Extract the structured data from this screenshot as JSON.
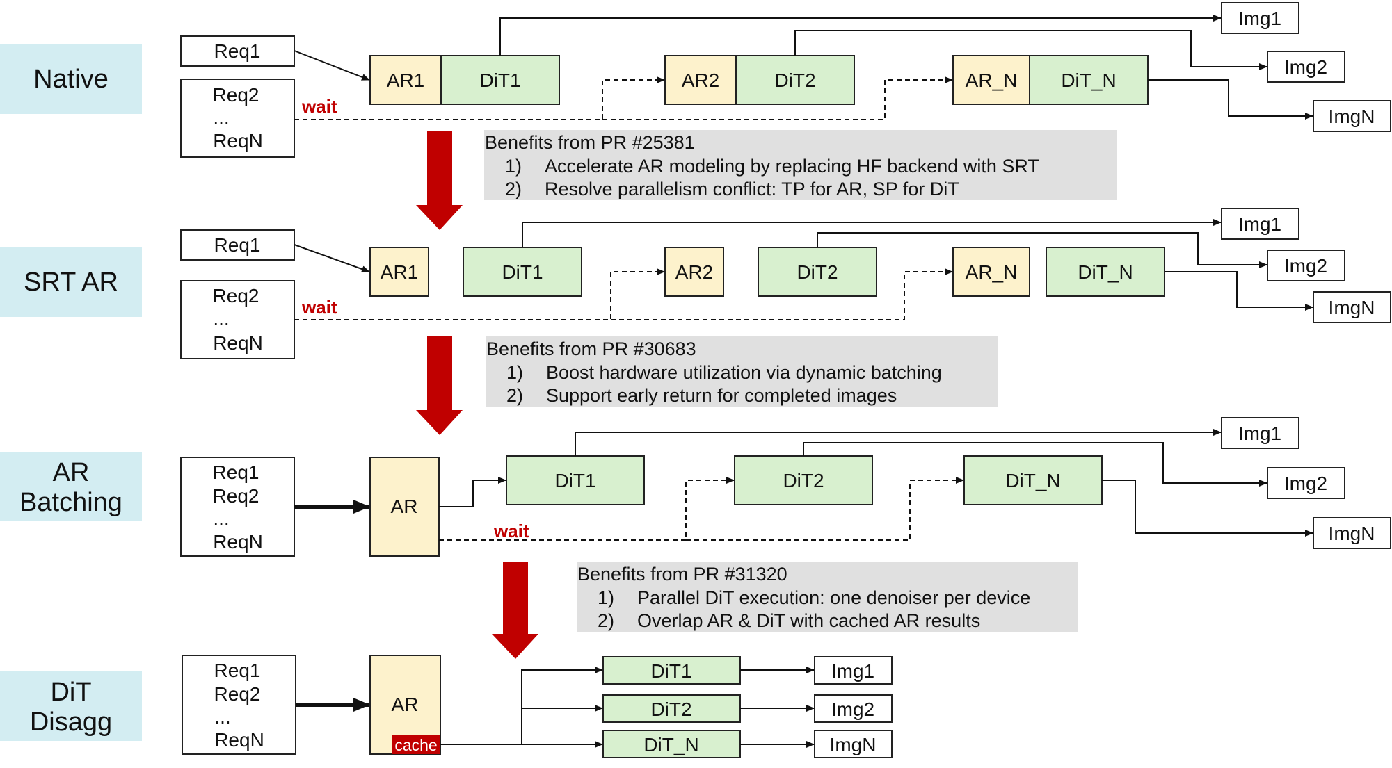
{
  "stages": [
    {
      "id": "native",
      "label_lines": [
        "Native"
      ]
    },
    {
      "id": "srt-ar",
      "label_lines": [
        "SRT AR"
      ]
    },
    {
      "id": "ar-batching",
      "label_lines": [
        "AR",
        "Batching"
      ]
    },
    {
      "id": "dit-disagg",
      "label_lines": [
        "DiT",
        "Disagg"
      ]
    }
  ],
  "requests": {
    "req1": "Req1",
    "req2": "Req2",
    "ellipsis": "...",
    "reqN": "ReqN"
  },
  "wait_label": "wait",
  "blocks": {
    "ar1": "AR1",
    "ar2": "AR2",
    "arN": "AR_N",
    "ar": "AR",
    "dit1": "DiT1",
    "dit2": "DiT2",
    "ditN": "DiT_N",
    "cache": "cache"
  },
  "outputs": {
    "img1": "Img1",
    "img2": "Img2",
    "imgN": "ImgN"
  },
  "benefits": [
    {
      "title": "Benefits from PR #25381",
      "items": [
        {
          "num": "1)",
          "text": "Accelerate AR modeling by replacing HF backend with SRT"
        },
        {
          "num": "2)",
          "text": "Resolve parallelism conflict: TP for AR, SP for DiT"
        }
      ]
    },
    {
      "title": "Benefits from PR #30683",
      "items": [
        {
          "num": "1)",
          "text": "Boost hardware utilization via dynamic batching"
        },
        {
          "num": "2)",
          "text": "Support early return for completed images"
        }
      ]
    },
    {
      "title": "Benefits from PR #31320",
      "items": [
        {
          "num": "1)",
          "text": "Parallel DiT execution: one denoiser per device"
        },
        {
          "num": "2)",
          "text": "Overlap AR & DiT with cached AR results"
        }
      ]
    }
  ],
  "colors": {
    "stage_label_bg": "#d3edf2",
    "ar_block": "#fdf2cc",
    "dit_block": "#d8f0cf",
    "benefit_bg": "#e0e0e0",
    "accent_red": "#c00000"
  }
}
